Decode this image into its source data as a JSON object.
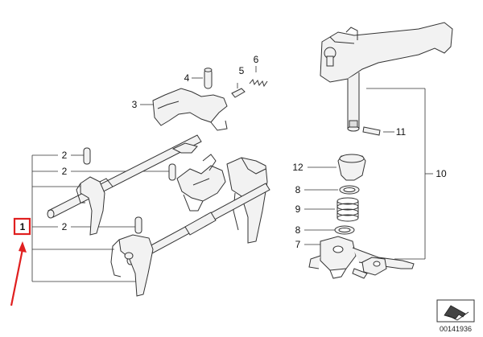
{
  "diagram": {
    "callouts": {
      "c1": "1",
      "c2a": "2",
      "c2b": "2",
      "c2c": "2",
      "c3": "3",
      "c4": "4",
      "c5": "5",
      "c6": "6",
      "c7": "7",
      "c8a": "8",
      "c8b": "8",
      "c9": "9",
      "c10": "10",
      "c11": "11",
      "c12": "12"
    },
    "document_number": "00141936",
    "colors": {
      "highlight_box": "#e02020",
      "arrow": "#e02020",
      "line": "#333333",
      "part_fill": "#f2f2f2"
    }
  }
}
